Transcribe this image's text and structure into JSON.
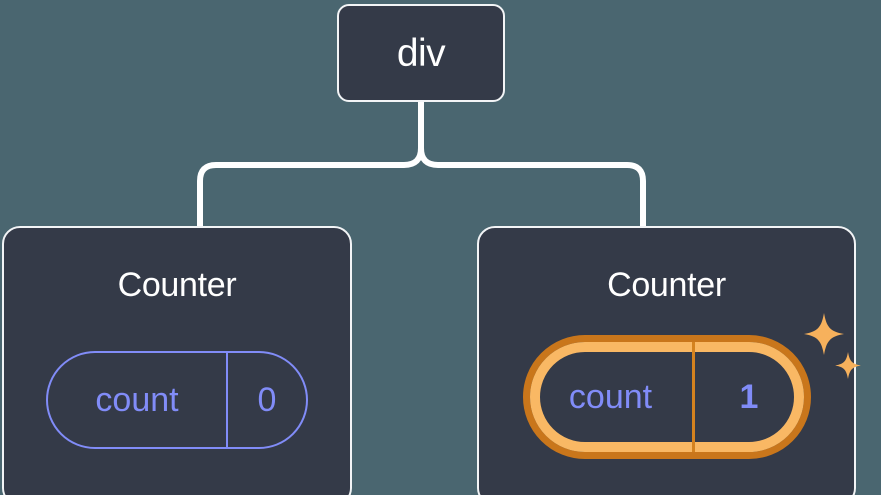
{
  "diagram": {
    "type": "component-tree",
    "background_color": "#4a6670",
    "node_fill_color": "#343a48",
    "node_border_color": "#f2f4f6",
    "accent_color": "#818cf8",
    "highlight_outer_color": "#c9761b",
    "highlight_inner_color": "#f9b864",
    "sparkle_color": "#f7b15c",
    "root": {
      "label": "div"
    },
    "children": [
      {
        "title": "Counter",
        "state": {
          "key": "count",
          "value": "0"
        },
        "highlighted": false,
        "sparkle": false
      },
      {
        "title": "Counter",
        "state": {
          "key": "count",
          "value": "1"
        },
        "highlighted": true,
        "sparkle": true
      }
    ],
    "icons": {
      "sparkle_large": "sparkle-icon",
      "sparkle_small": "sparkle-icon"
    }
  }
}
